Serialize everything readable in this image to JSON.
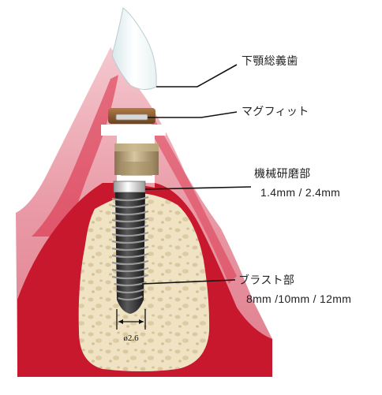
{
  "labels": {
    "denture": "下顎総義歯",
    "magfit": "マグフィット",
    "machined": "機械研磨部",
    "machined_sizes": "1.4mm / 2.4mm",
    "blast": "ブラスト部",
    "blast_sizes": "8mm /10mm / 12mm",
    "diameter": "ø2.6"
  },
  "colors": {
    "gum_outer": "#e7a2ad",
    "gum_inner": "#c9192e",
    "bone": "#efe2c3",
    "bone_spot": "#dccca6",
    "implant_dark": "#2b2b2b",
    "abutment": "#b8a178",
    "magnet": "#7b5330"
  }
}
